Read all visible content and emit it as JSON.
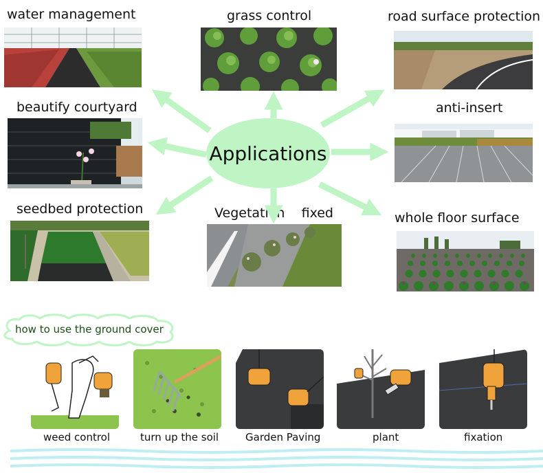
{
  "center": {
    "title": "Applications"
  },
  "applications": [
    {
      "label": "water management"
    },
    {
      "label": "grass control"
    },
    {
      "label": "road surface protection"
    },
    {
      "label": "beautify courtyard"
    },
    {
      "label": "anti-insert"
    },
    {
      "label": "seedbed protection"
    },
    {
      "label": "Vegetation    fixed"
    },
    {
      "label": "whole floor surface"
    }
  ],
  "how_to": {
    "title": "how to use the ground cover",
    "steps": [
      {
        "label": "weed control"
      },
      {
        "label": "turn up the soil"
      },
      {
        "label": "Garden Paving"
      },
      {
        "label": "plant"
      },
      {
        "label": "fixation"
      }
    ]
  },
  "colors": {
    "arrow": "#bff5c5",
    "bubble": "#bff5c5",
    "wave": "#bfeef2",
    "cloud_text": "#1b4e16"
  }
}
